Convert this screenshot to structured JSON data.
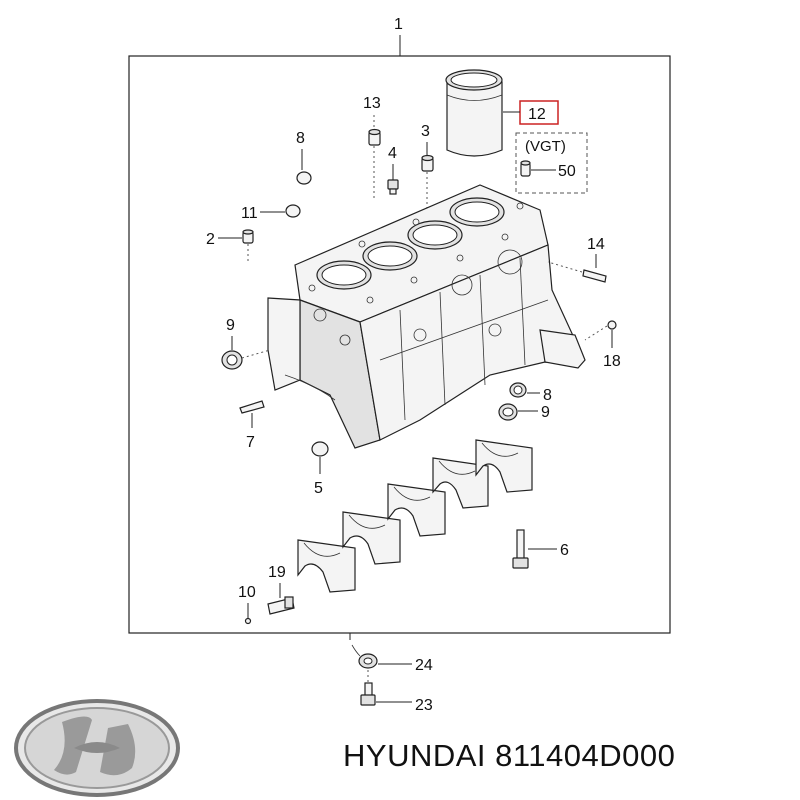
{
  "callouts": {
    "c1": "1",
    "c2": "2",
    "c3": "3",
    "c4": "4",
    "c5": "5",
    "c6": "6",
    "c7": "7",
    "c8a": "8",
    "c8b": "8",
    "c9a": "9",
    "c9b": "9",
    "c10": "10",
    "c11": "11",
    "c12": "12",
    "c13": "13",
    "c14": "14",
    "c18": "18",
    "c19": "19",
    "c23": "23",
    "c24": "24",
    "c50": "50"
  },
  "vgt_label": "(VGT)",
  "caption": "HYUNDAI 811404D000",
  "colors": {
    "highlight_box": "#cc2222",
    "line": "#222222"
  },
  "logo": "hyundai-logo"
}
